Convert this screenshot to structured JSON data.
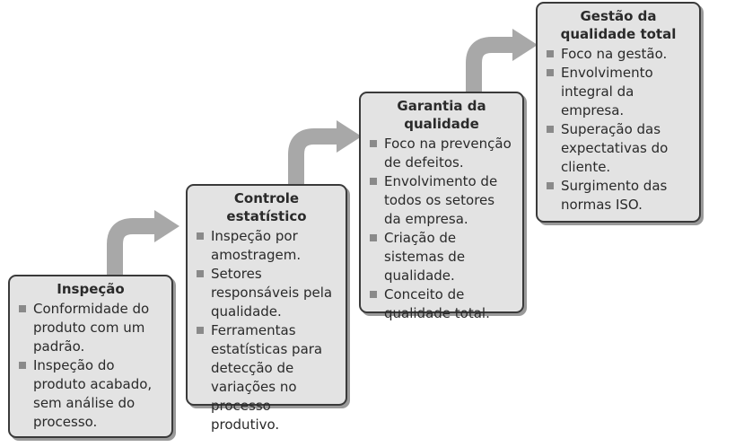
{
  "stages": [
    {
      "title": "Inspeção",
      "items": [
        "Conformidade do produto com um padrão.",
        "Inspeção do produto acabado, sem análise do processo."
      ]
    },
    {
      "title": "Controle estatístico",
      "items": [
        "Inspeção por amostragem.",
        "Setores responsáveis pela qualidade.",
        "Ferramentas estatísticas para detecção de variações no processo produtivo."
      ]
    },
    {
      "title": "Garantia da qualidade",
      "items": [
        "Foco na prevenção de defeitos.",
        "Envolvimento de todos os setores da empresa.",
        "Criação de sistemas de qualidade.",
        "Conceito de qualidade total."
      ]
    },
    {
      "title": "Gestão da qualidade total",
      "items": [
        "Foco na gestão.",
        "Envolvimento integral da empresa.",
        "Superação das expectativas do cliente.",
        "Surgimento das normas ISO."
      ]
    }
  ],
  "colors": {
    "box_fill": "#e3e3e3",
    "box_border": "#3a3a3a",
    "arrow": "#a8a8a8",
    "bullet": "#8a8a8a"
  }
}
